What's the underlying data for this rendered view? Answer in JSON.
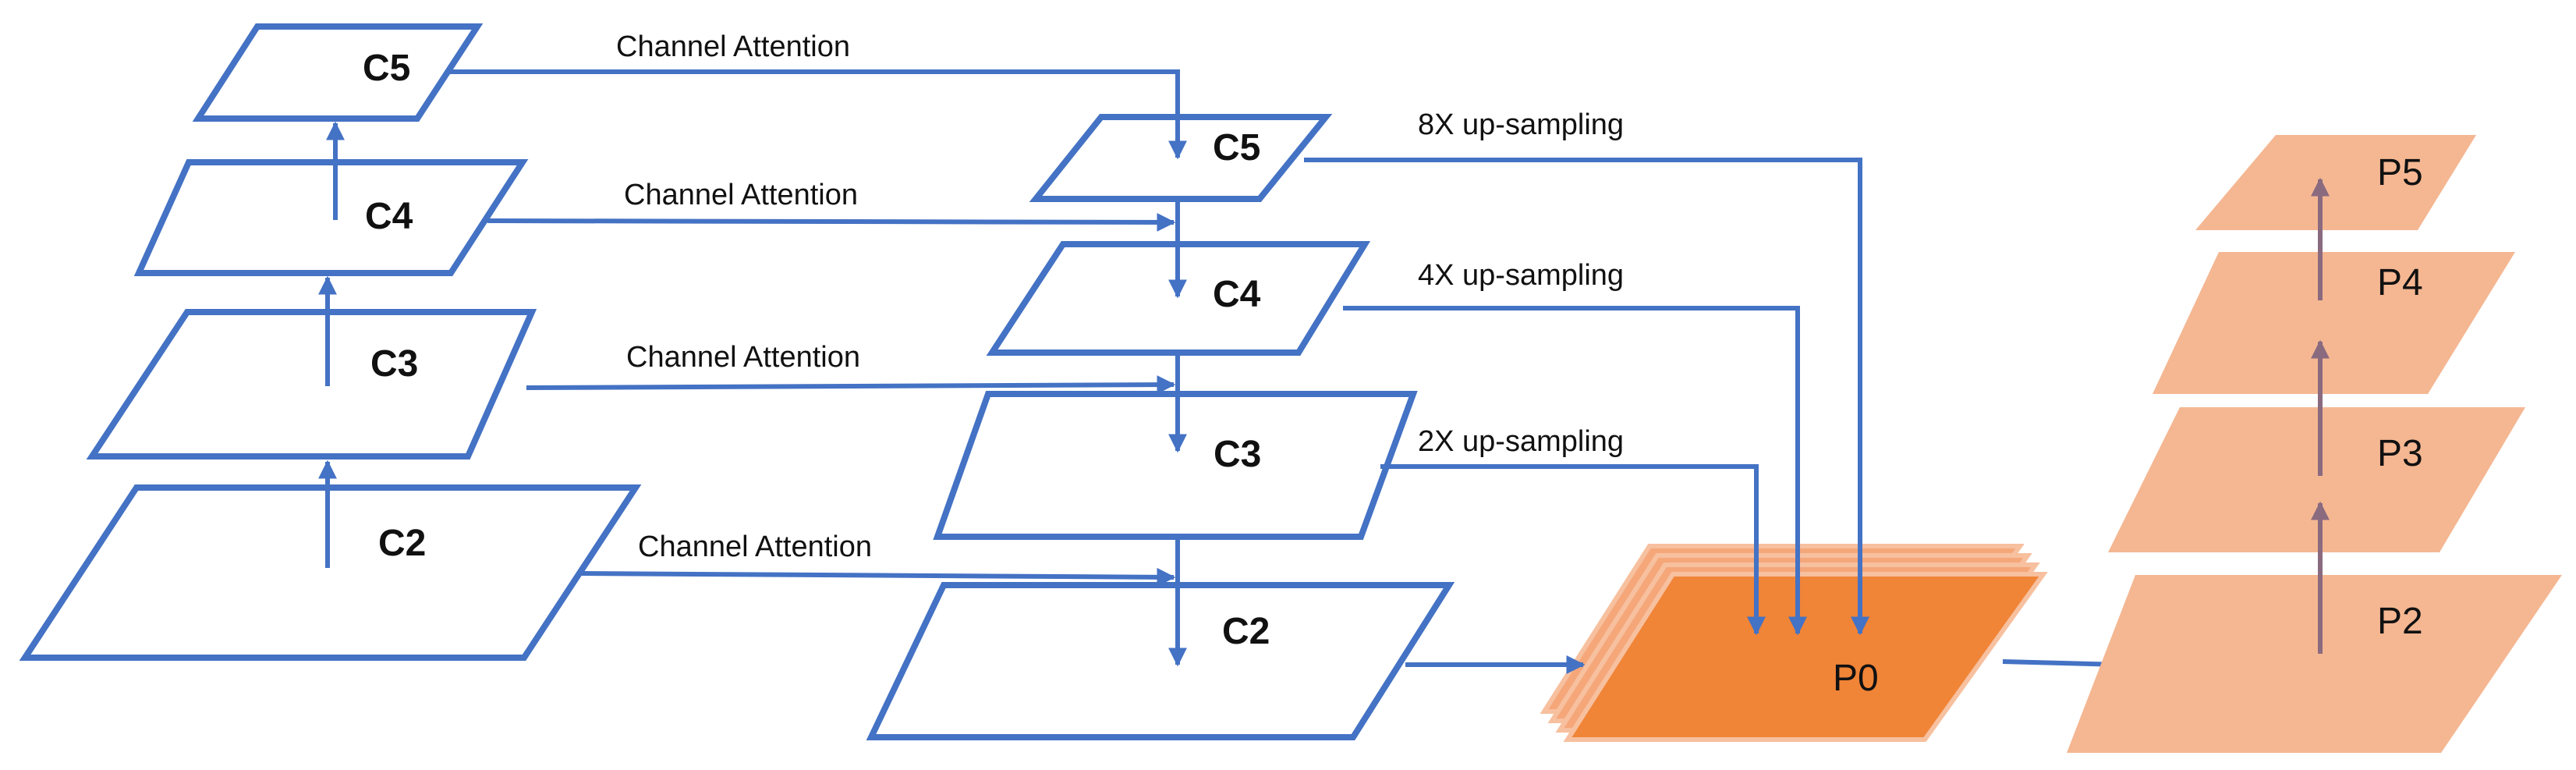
{
  "backbone": {
    "c5": "C5",
    "c4": "C4",
    "c3": "C3",
    "c2": "C2"
  },
  "attention_pyramid": {
    "c5": "C5",
    "c4": "C4",
    "c3": "C3",
    "c2": "C2"
  },
  "labels": {
    "channel_attention_c5": "Channel Attention",
    "channel_attention_c4": "Channel Attention",
    "channel_attention_c3": "Channel Attention",
    "channel_attention_c2": "Channel Attention",
    "upsample_8x": "8X up-sampling",
    "upsample_4x": "4X up-sampling",
    "upsample_2x": "2X up-sampling"
  },
  "fused": {
    "p0": "P0"
  },
  "output_pyramid": {
    "p5": "P5",
    "p4": "P4",
    "p3": "P3",
    "p2": "P2"
  },
  "colors": {
    "outline": "#4472c4",
    "p0_fill": "#f08437",
    "p_planes": "#f4b792",
    "up_arrow": "#8a6a7f"
  }
}
